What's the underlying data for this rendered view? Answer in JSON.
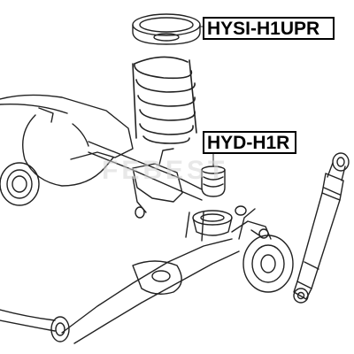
{
  "labels": {
    "upper_mount": "HYSI-H1UPR",
    "bump_stop": "HYD-H1R"
  },
  "watermark": "FEBEST",
  "colors": {
    "line": "#222222",
    "label_border": "#000000",
    "watermark": "#d6d6d6"
  }
}
